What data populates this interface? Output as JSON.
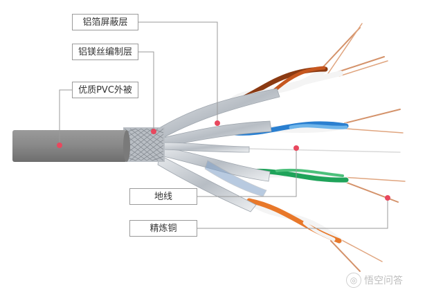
{
  "labels": {
    "foil_shield": "铝箔屏蔽层",
    "braid": "铝镁丝编制层",
    "jacket": "优质PVC外被",
    "ground_wire": "地线",
    "copper": "精炼铜"
  },
  "watermark": {
    "icon_glyph": "◎",
    "text": "悟空问答"
  },
  "colors": {
    "jacket": "#858585",
    "accent_dot": "#e8485e",
    "leader_line": "#9a9a9a",
    "pair_orange": "#e8782a",
    "pair_brown": "#8b3a12",
    "pair_blue": "#2a7fd0",
    "pair_green": "#1fa35a",
    "copper": "#d4926a",
    "foil": "#c9ced4"
  }
}
